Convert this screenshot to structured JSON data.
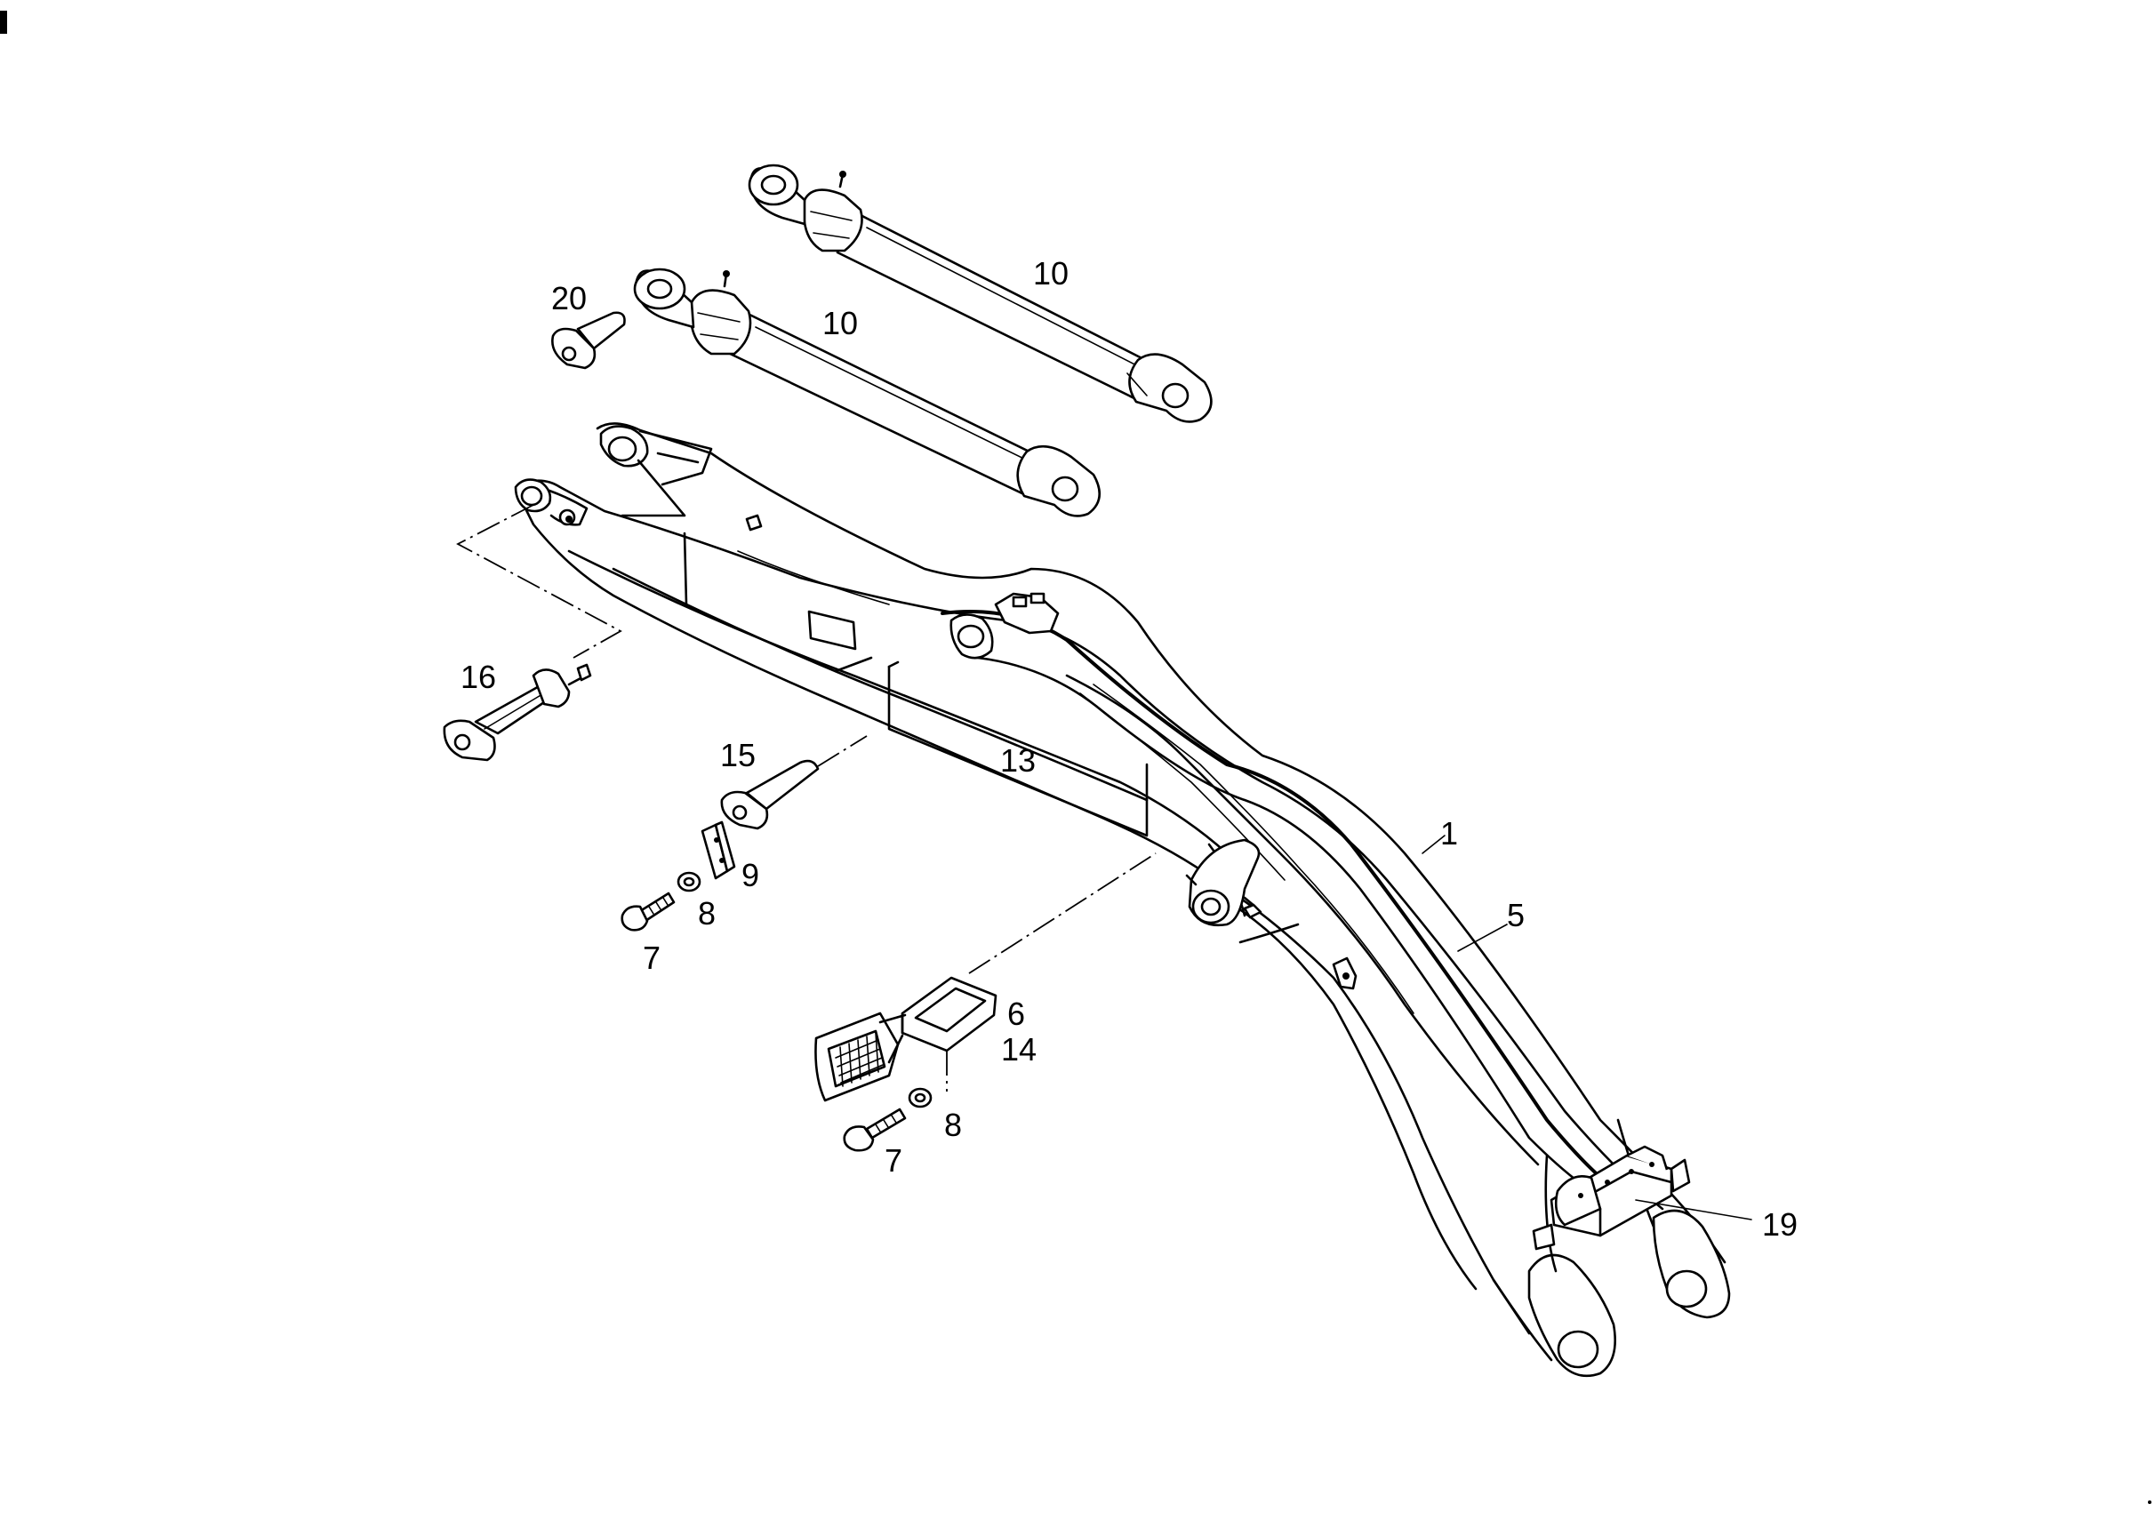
{
  "callouts": {
    "c1": "1",
    "c5": "5",
    "c6": "6",
    "c7a": "7",
    "c7b": "7",
    "c8a": "8",
    "c8b": "8",
    "c9": "9",
    "c10a": "10",
    "c10b": "10",
    "c13": "13",
    "c14": "14",
    "c15": "15",
    "c16": "16",
    "c19": "19",
    "c20": "20"
  }
}
